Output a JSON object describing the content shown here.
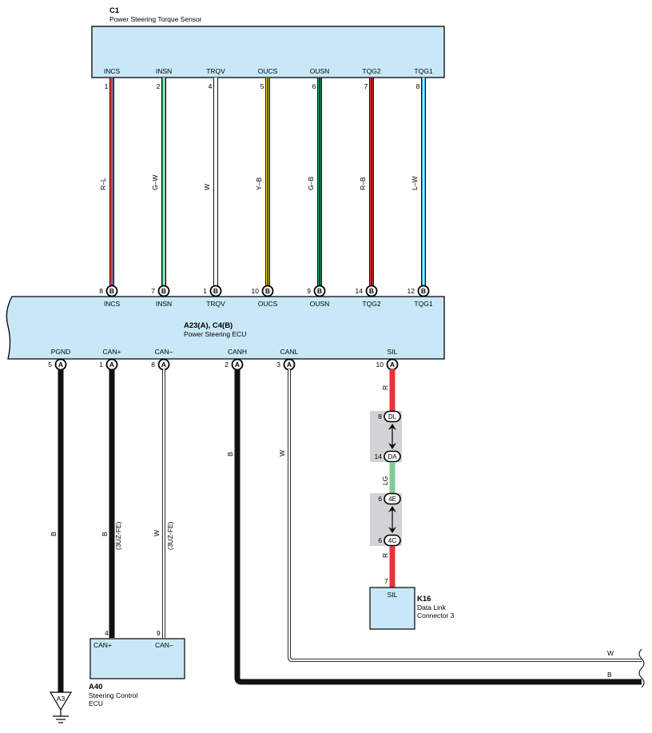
{
  "sensor": {
    "id": "C1",
    "name": "Power Steering Torque Sensor",
    "pins": [
      {
        "name": "INCS",
        "num": "1",
        "wire": "R–L",
        "colors": [
          "#e8333a",
          "#3c72c8"
        ]
      },
      {
        "name": "INSN",
        "num": "2",
        "wire": "G–W",
        "colors": [
          "#18a15a",
          "#ffffff"
        ]
      },
      {
        "name": "TRQV",
        "num": "4",
        "wire": "W",
        "colors": [
          "#ffffff"
        ]
      },
      {
        "name": "OUCS",
        "num": "5",
        "wire": "Y–B",
        "colors": [
          "#f3d21b",
          "#111111"
        ]
      },
      {
        "name": "OUSN",
        "num": "6",
        "wire": "G–B",
        "colors": [
          "#18a15a",
          "#111111"
        ]
      },
      {
        "name": "TQG2",
        "num": "7",
        "wire": "R–B",
        "colors": [
          "#e8333a",
          "#111111"
        ]
      },
      {
        "name": "TQG1",
        "num": "8",
        "wire": "L–W",
        "colors": [
          "#2aa7e0",
          "#ffffff"
        ]
      }
    ]
  },
  "ecu": {
    "id": "A23(A), C4(B)",
    "name": "Power Steering ECU",
    "top_pins": [
      {
        "name": "INCS",
        "num": "8",
        "conn": "B"
      },
      {
        "name": "INSN",
        "num": "7",
        "conn": "B"
      },
      {
        "name": "TRQV",
        "num": "1",
        "conn": "B"
      },
      {
        "name": "OUCS",
        "num": "10",
        "conn": "B"
      },
      {
        "name": "OUSN",
        "num": "9",
        "conn": "B"
      },
      {
        "name": "TQG2",
        "num": "14",
        "conn": "B"
      },
      {
        "name": "TQG1",
        "num": "12",
        "conn": "B"
      }
    ],
    "bottom_pins": [
      {
        "name": "PGND",
        "num": "5",
        "conn": "A",
        "wire": "B"
      },
      {
        "name": "CAN+",
        "num": "1",
        "conn": "A",
        "wire": "B",
        "note": "(3UZ-FE)"
      },
      {
        "name": "CAN–",
        "num": "8",
        "conn": "A",
        "wire": "W",
        "note": "(3UZ-FE)"
      },
      {
        "name": "CANH",
        "num": "2",
        "conn": "A",
        "wire": "B"
      },
      {
        "name": "CANL",
        "num": "3",
        "conn": "A",
        "wire": "W"
      },
      {
        "name": "SIL",
        "num": "10",
        "conn": "A",
        "wire": "R"
      }
    ]
  },
  "junction1": {
    "top_num": "8",
    "top_label": "DL",
    "bottom_num": "14",
    "bottom_label": "DA"
  },
  "junction2": {
    "top_num": "6",
    "top_label": "4E",
    "bottom_num": "6",
    "bottom_label": "4C"
  },
  "sil_wires": {
    "seg1": "R",
    "seg2": "LG",
    "seg3": "R"
  },
  "dlc": {
    "id": "K16",
    "name_line1": "Data Link",
    "name_line2": "Connector 3",
    "pin_name": "SIL",
    "pin_num": "7"
  },
  "steer_ecu": {
    "id": "A40",
    "name_line1": "Steering Control",
    "name_line2": "ECU",
    "pin1_name": "CAN+",
    "pin1_num": "4",
    "pin2_name": "CAN–",
    "pin2_num": "9"
  },
  "ground": {
    "label": "A3"
  },
  "bus": {
    "w_label": "W",
    "b_label": "B"
  },
  "colors": {
    "box_fill": "#c9e8f7",
    "junction_fill": "#d2d3d4",
    "red": "#e8333a",
    "green_lg": "#7fcc9a",
    "black": "#111111"
  }
}
